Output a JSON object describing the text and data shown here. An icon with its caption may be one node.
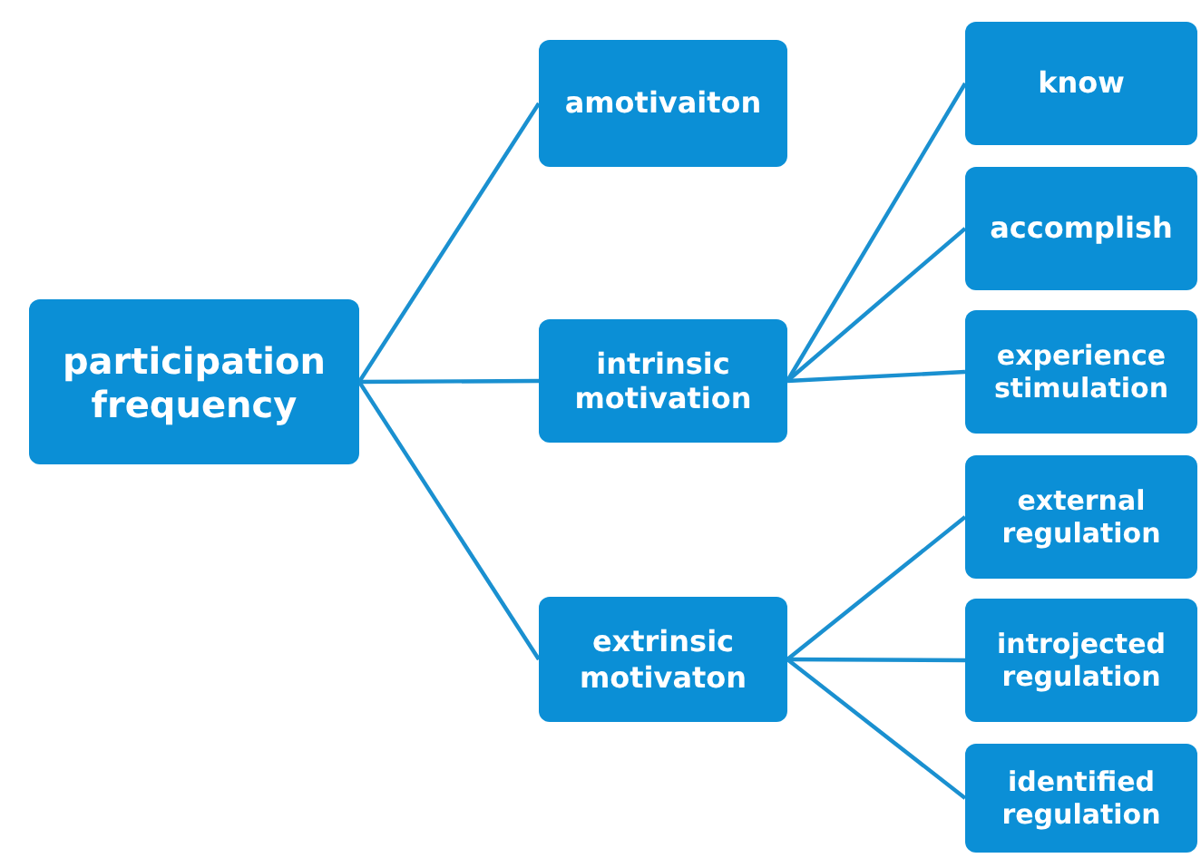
{
  "diagram": {
    "nodes": [
      {
        "text": [
          "participation frequency"
        ]
      },
      {
        "text": [
          "amotivaiton"
        ]
      },
      {
        "text": [
          "intrinsic motivation"
        ]
      },
      {
        "text": [
          "extrinsic motivaton"
        ]
      },
      {
        "text": [
          "know"
        ]
      },
      {
        "text": [
          "accomplish"
        ]
      },
      {
        "text": [
          "experience stimulation"
        ]
      },
      {
        "text": [
          "external regulation"
        ]
      },
      {
        "text": [
          "introjected regulation"
        ]
      },
      {
        "text": [
          "identified regulation"
        ]
      }
    ],
    "edges": [
      {
        "from": 0,
        "to": 1,
        "arrow": "none"
      },
      {
        "from": 0,
        "to": 2,
        "arrow": "none"
      },
      {
        "from": 0,
        "to": 3,
        "arrow": "none"
      },
      {
        "from": 2,
        "to": 4,
        "arrow": "none"
      },
      {
        "from": 2,
        "to": 5,
        "arrow": "none"
      },
      {
        "from": 2,
        "to": 6,
        "arrow": "none"
      },
      {
        "from": 3,
        "to": 7,
        "arrow": "none"
      },
      {
        "from": 3,
        "to": 8,
        "arrow": "none"
      },
      {
        "from": 3,
        "to": 9,
        "arrow": "none"
      }
    ]
  }
}
